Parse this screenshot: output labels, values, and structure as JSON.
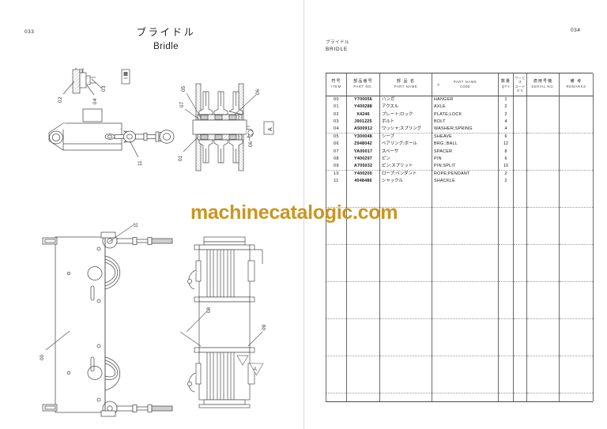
{
  "document": {
    "left_page_number": "033",
    "right_page_number": "034",
    "watermark": "machinecatalogic.com"
  },
  "left_page": {
    "title_jp": "ブライドル",
    "title_en": "Bridle",
    "callouts": {
      "upper_assembly": [
        "02",
        "03",
        "04",
        "05",
        "06",
        "07",
        "01"
      ],
      "section_marker": "A",
      "plan_view": [
        "00",
        "08",
        "09"
      ]
    }
  },
  "right_page": {
    "heading_jp": "ブライドル",
    "heading_en": "BRIDLE",
    "table": {
      "headers": [
        {
          "jp": "符号",
          "en": "ITEM"
        },
        {
          "jp": "部品番号",
          "en": "PART NO."
        },
        {
          "jp": "部 品 名",
          "en": "PART NAME"
        },
        {
          "jp": "",
          "en": "PART NAME",
          "en2": "CODE",
          "star": "※"
        },
        {
          "jp": "数量",
          "en": "QTY"
        },
        {
          "jp": "サービス",
          "en": "コード",
          "en2": "S-C"
        },
        {
          "jp": "適用号機",
          "en": "SERIAL NO."
        },
        {
          "jp": "備  考",
          "en": "REMARKS"
        }
      ],
      "rows": [
        {
          "item": "00",
          "part_no": "Y700056",
          "jp": "ハンガ",
          "code": "HANGER",
          "qty": "1",
          "sc": "",
          "serial": "",
          "remarks": ""
        },
        {
          "item": "01",
          "part_no": "Y400288",
          "jp": "アクスル",
          "code": "AXLE",
          "qty": "2",
          "sc": "",
          "serial": "",
          "remarks": ""
        },
        {
          "item": "02",
          "part_no": "X4246",
          "jp": "プレート;ロック",
          "code": "PLATE;LOCK",
          "qty": "2",
          "sc": "",
          "serial": "",
          "remarks": ""
        },
        {
          "item": "03",
          "part_no": "J901225",
          "jp": "ボルト",
          "code": "BOLT",
          "qty": "4",
          "sc": "",
          "serial": "",
          "remarks": ""
        },
        {
          "item": "04",
          "part_no": "A500912",
          "jp": "ワッシャ;スプリング",
          "code": "WASHER;SPRING",
          "qty": "4",
          "sc": "",
          "serial": "",
          "remarks": ""
        },
        {
          "item": "05",
          "part_no": "Y300048",
          "jp": "シーブ",
          "code": "SHEAVE",
          "qty": "6",
          "sc": "",
          "serial": "",
          "remarks": ""
        },
        {
          "item": "06",
          "part_no": "Z948042",
          "jp": "ベアリング;ボール",
          "code": "BRG.;BALL",
          "qty": "12",
          "sc": "",
          "serial": "",
          "remarks": ""
        },
        {
          "item": "07",
          "part_no": "YA00017",
          "jp": "スペーサ",
          "code": "SPACER",
          "qty": "8",
          "sc": "",
          "serial": "",
          "remarks": ""
        },
        {
          "item": "08",
          "part_no": "Y400297",
          "jp": "ピン",
          "code": "PIN",
          "qty": "6",
          "sc": "",
          "serial": "",
          "remarks": ""
        },
        {
          "item": "09",
          "part_no": "A705032",
          "jp": "ピン;スプリット",
          "code": "PIN;SPLIT",
          "qty": "10",
          "sc": "",
          "serial": "",
          "remarks": ""
        },
        {
          "item": "10",
          "part_no": "Y400200",
          "jp": "ロープ;ペンダント",
          "code": "ROPE;PENDANT",
          "qty": "2",
          "sc": "",
          "serial": "",
          "remarks": ""
        },
        {
          "item": "11",
          "part_no": "4048486",
          "jp": "シャックル",
          "code": "SHACKLE",
          "qty": "2",
          "sc": "",
          "serial": "",
          "remarks": ""
        }
      ],
      "empty_row_count": 29
    }
  },
  "colors": {
    "watermark": "#c9961f",
    "rule": "#4a4a4a",
    "hatch": "#8d8d8d"
  }
}
